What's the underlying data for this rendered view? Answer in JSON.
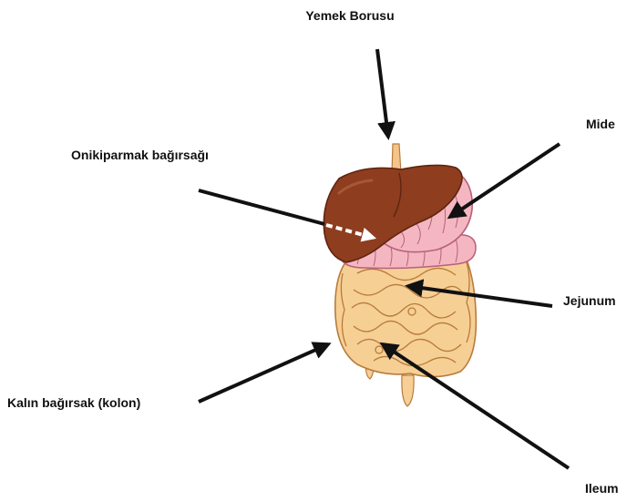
{
  "labels": {
    "esophagus": "Yemek Borusu",
    "stomach": "Mide",
    "duodenum": "Onikiparmak bağırsağı",
    "jejunum": "Jejunum",
    "colon": "Kalın bağırsak (kolon)",
    "ileum": "Ileum"
  },
  "colors": {
    "liver": "#8e3d1e",
    "liver_dark": "#5e2510",
    "stomach": "#f4b7c2",
    "intestine": "#f6cf95",
    "intestine_line": "#b87b3a",
    "arrow": "#111111"
  }
}
